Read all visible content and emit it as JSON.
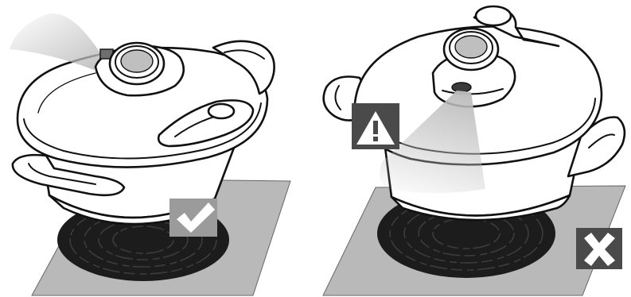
{
  "panels": [
    {
      "id": "correct",
      "verdict": "allowed",
      "verdict_icon": "check-icon",
      "badge_color": "#9b9b9b"
    },
    {
      "id": "incorrect",
      "verdict": "not-allowed",
      "verdict_icon": "cross-icon",
      "badge_color": "#4a4a4a",
      "warning_icon": "warning-icon"
    }
  ],
  "colors": {
    "hob_plate": "#b9b9b9",
    "hob_ring": "#1c1c1c",
    "outline": "#111111",
    "steam": "#bdbdbd"
  }
}
